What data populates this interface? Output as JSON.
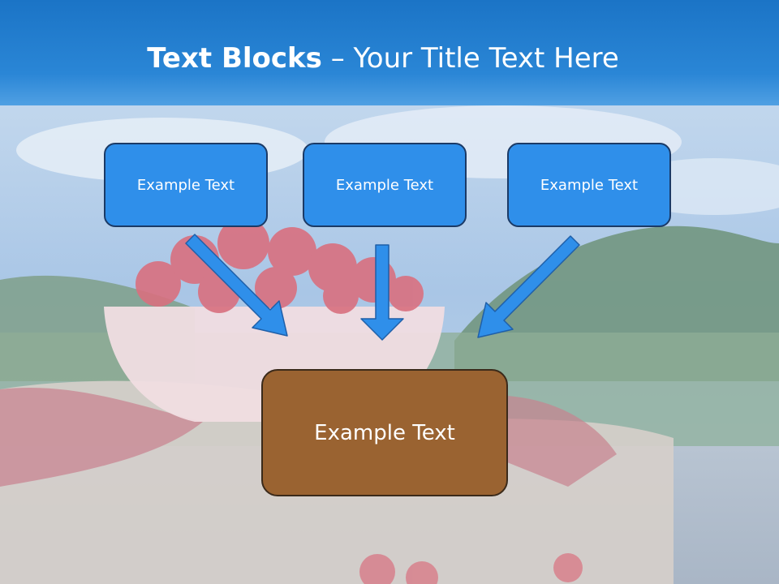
{
  "slide": {
    "title_bold": "Text Blocks",
    "title_separator": " – ",
    "title_light": "Your Title Text Here"
  },
  "blocks": [
    {
      "label": "Example Text"
    },
    {
      "label": "Example Text"
    },
    {
      "label": "Example Text"
    }
  ],
  "target": {
    "label": "Example Text"
  },
  "colors": {
    "title_bar": "#1b74c6",
    "block_fill": "#2f8fea",
    "block_border": "#1b3a66",
    "arrow_fill": "#2f8fea",
    "target_fill": "#9a6331",
    "target_border": "#3b2a1a"
  }
}
